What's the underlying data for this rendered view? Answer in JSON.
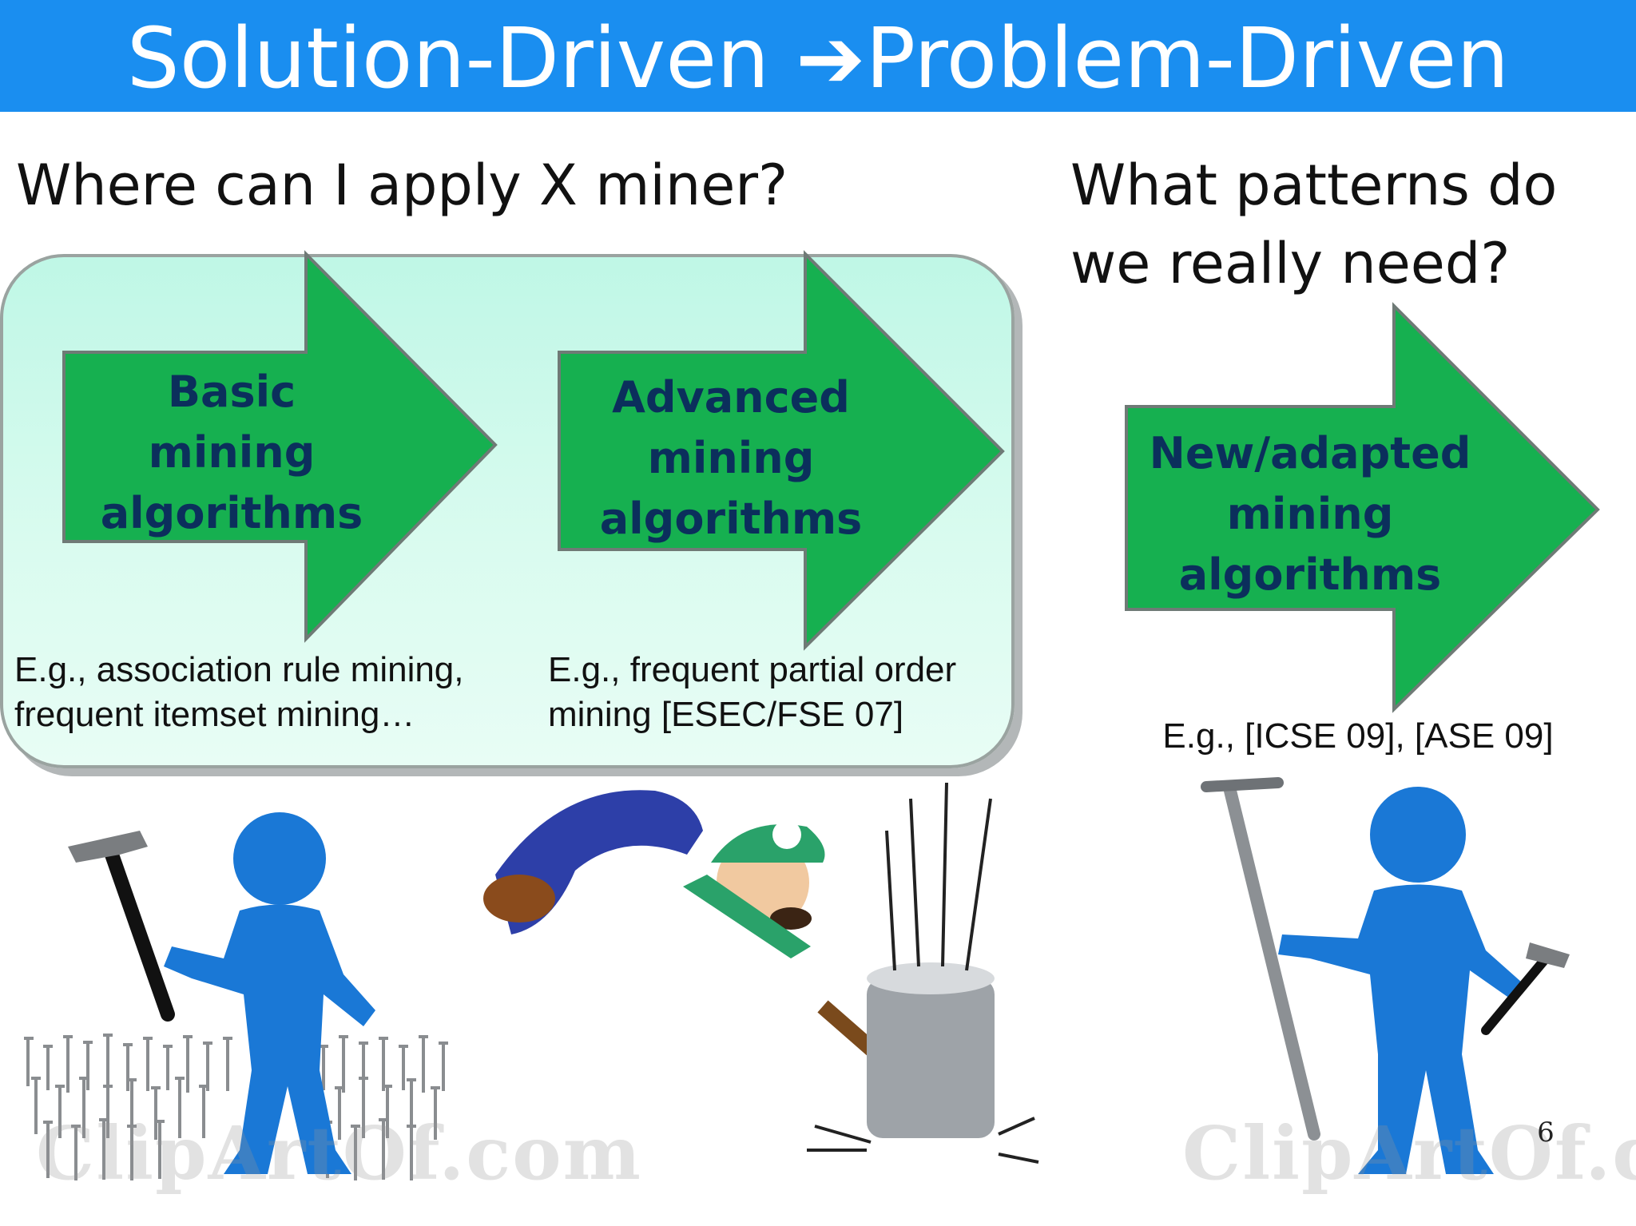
{
  "slide": {
    "title": "Solution-Driven ➔Problem-Driven",
    "page_number": "6"
  },
  "left_column": {
    "question": "Where can I apply X miner?",
    "arrows": [
      {
        "label": "Basic mining algorithms",
        "example": "E.g., association rule mining, frequent itemset mining…"
      },
      {
        "label": "Advanced mining algorithms",
        "example": "E.g., frequent partial order mining [ESEC/FSE 07]"
      }
    ]
  },
  "right_column": {
    "question": "What patterns do we really need?",
    "arrow": {
      "label": "New/adapted mining algorithms",
      "example": "E.g., [ICSE 09], [ASE 09]"
    }
  },
  "illustrations": {
    "watermark": "ClipArtOf.com"
  },
  "colors": {
    "title_bar": "#1a8ef0",
    "arrow_fill": "#16b050",
    "arrow_text": "#0b2f5c",
    "panel": "#c9f9ea"
  }
}
